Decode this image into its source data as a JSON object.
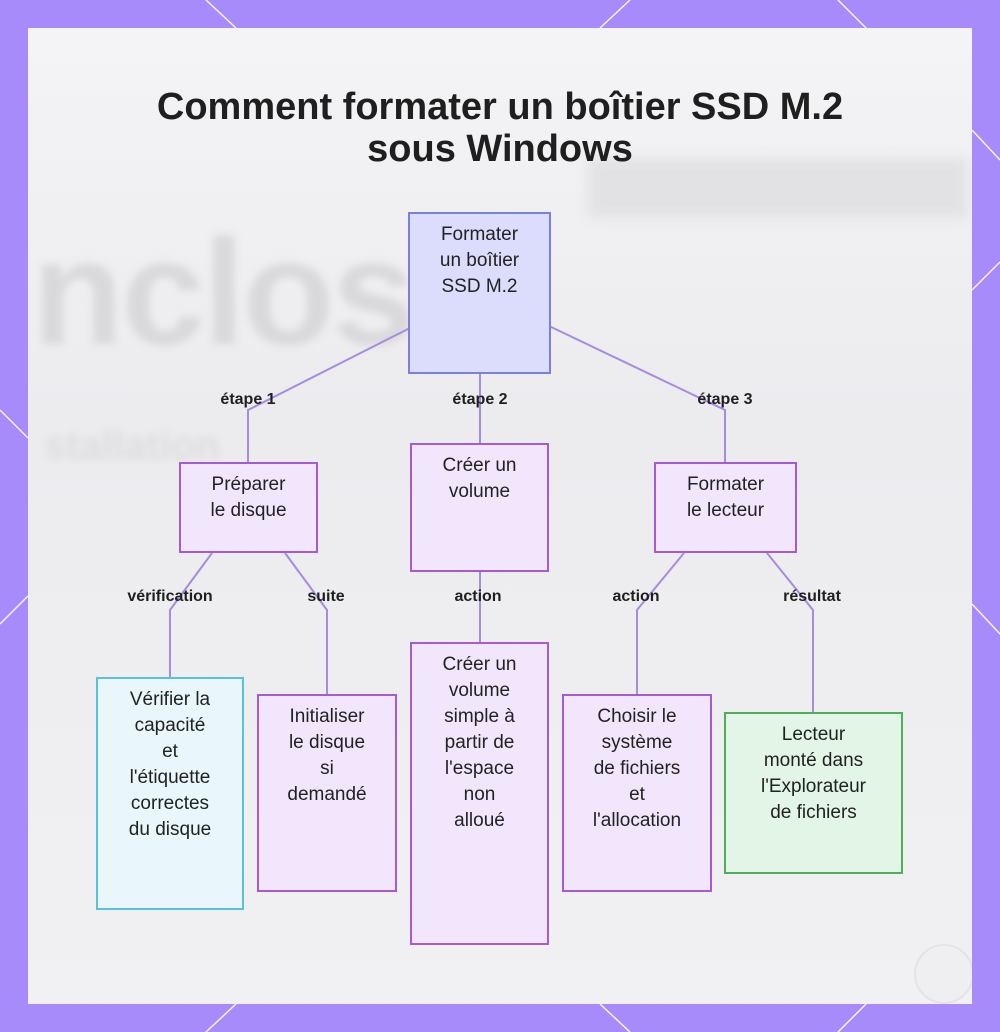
{
  "title": {
    "line1": "Comment formater un boîtier SSD M.2",
    "line2": "sous Windows"
  },
  "background_text": {
    "word": "nclosu",
    "sub": "stallation"
  },
  "nodes": {
    "root": "Formater\nun boîtier\nSSD M.2",
    "prepare": "Préparer\nle disque",
    "create": "Créer un\nvolume",
    "format": "Formater\nle lecteur",
    "verify": "Vérifier la\ncapacité\net\nl'étiquette\ncorrectes\ndu disque",
    "initialize": "Initialiser\nle disque\nsi\ndemandé",
    "simple_volume": "Créer un\nvolume\nsimple à\npartir de\nl'espace\nnon\nalloué",
    "filesystem": "Choisir le\nsystème\nde fichiers\net\nl'allocation",
    "mounted": "Lecteur\nmonté dans\nl'Explorateur\nde fichiers"
  },
  "edge_labels": {
    "step1": "étape 1",
    "step2": "étape 2",
    "step3": "étape 3",
    "verification": "vérification",
    "suite": "suite",
    "action_mid": "action",
    "action_right": "action",
    "resultat": "résultat"
  },
  "colors": {
    "frame": "#a78bfa",
    "edge": "#a78be0",
    "root_fill": "#dcdcfc",
    "step_fill": "#f1e6fb",
    "check_fill": "#e9f6fc",
    "result_fill": "#e3f5e6"
  }
}
